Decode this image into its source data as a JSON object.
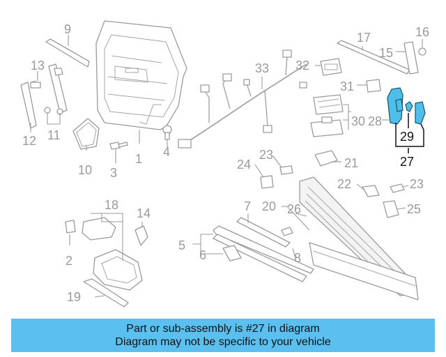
{
  "diagram": {
    "callouts": {
      "c1": "1",
      "c2": "2",
      "c3": "3",
      "c4": "4",
      "c5": "5",
      "c6": "6",
      "c7": "7",
      "c8": "8",
      "c9": "9",
      "c10": "10",
      "c11": "11",
      "c12": "12",
      "c13": "13",
      "c14": "14",
      "c15": "15",
      "c16": "16",
      "c17": "17",
      "c18": "18",
      "c19": "19",
      "c20": "20",
      "c21": "21",
      "c22": "22",
      "c23a": "23",
      "c23b": "23",
      "c24": "24",
      "c25": "25",
      "c26": "26",
      "c27": "27",
      "c28": "28",
      "c29": "29",
      "c30": "30",
      "c31": "31",
      "c32": "32",
      "c33": "33"
    },
    "highlighted_part": "27",
    "highlight_color": "#4dbfe9"
  },
  "banner": {
    "line1": "Part or sub-assembly is #27 in diagram",
    "line2": "Diagram may not be specific to your vehicle",
    "background": "#5bc0f0"
  }
}
